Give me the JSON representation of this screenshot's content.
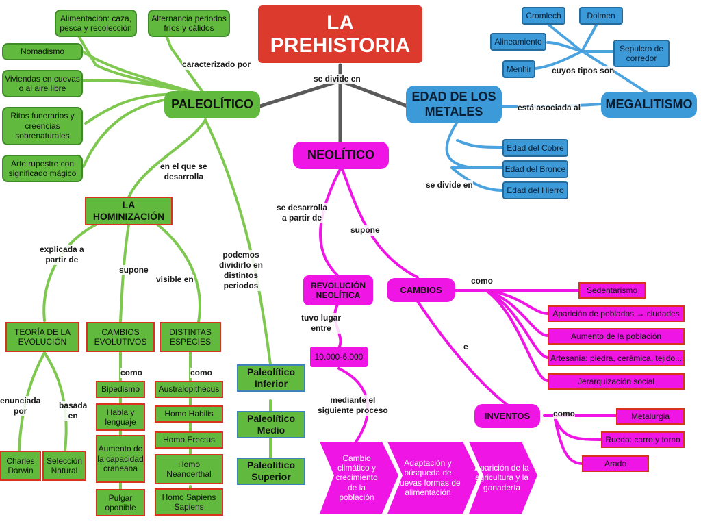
{
  "diagram": {
    "title": "LA PREHISTORIA",
    "periods": {
      "paleolitico": "PALEOLÍTICO",
      "neolitico": "NEOLÍTICO",
      "metales": "EDAD DE LOS METALES"
    },
    "paleolitico_traits": [
      "Alimentación: caza, pesca y recolección",
      "Alternancia periodos fríos y cálidos",
      "Nomadismo",
      "Viviendas en cuevas o al aire libre",
      "Ritos funerarios y creencias sobrenaturales",
      "Arte rupestre con significado mágico"
    ],
    "hominizacion": {
      "title": "LA HOMINIZACIÓN",
      "teoria": "TEORÍA DE LA EVOLUCIÓN",
      "cambios": "CAMBIOS EVOLUTIVOS",
      "especies": "DISTINTAS ESPECIES",
      "darwin": "Charles Darwin",
      "seleccion": "Selección Natural",
      "cambios_list": [
        "Bipedismo",
        "Habla y lenguaje",
        "Aumento de la capacidad craneana",
        "Pulgar oponible"
      ],
      "especies_list": [
        "Australopithecus",
        "Homo Habilis",
        "Homo Erectus",
        "Homo Neanderthal",
        "Homo Sapiens Sapiens"
      ]
    },
    "paleo_periods": [
      "Paleolítico Inferior",
      "Paleolítico Medio",
      "Paleolítico Superior"
    ],
    "neolitico": {
      "revolucion": "REVOLUCIÓN NEOLÍTICA",
      "fecha": "10.000-6.000",
      "proceso": [
        "Cambio climático y crecimiento de la población",
        "Adaptación y búsqueda de nuevas formas de alimentación",
        "Aparición de la agricultura y la ganadería"
      ],
      "cambios_title": "CAMBIOS",
      "cambios_list": [
        "Sedentarismo",
        "Aparición de poblados → ciudades",
        "Aumento de la población",
        "Artesanía: piedra, cerámica, tejido...",
        "Jerarquización social"
      ],
      "inventos_title": "INVENTOS",
      "inventos_list": [
        "Metalurgia",
        "Rueda: carro y torno",
        "Arado"
      ]
    },
    "metales": {
      "megalitismo": "MEGALITISMO",
      "tipos": [
        "Cromlech",
        "Dolmen",
        "Alineamiento",
        "Sepulcro de corredor",
        "Menhir"
      ],
      "edades": [
        "Edad del Cobre",
        "Edad del Bronce",
        "Edad del Hierro"
      ]
    },
    "labels": {
      "se_divide_en": "se divide en",
      "caracterizado_por": "caracterizado por",
      "en_el_que": "en el que se\ndesarrolla",
      "podemos_dividirlo": "podemos\ndividirlo en\ndistintos\nperiodos",
      "explicada": "explicada a\npartir de",
      "supone_h": "supone",
      "visible_en": "visible en",
      "enunciada_por": "enunciada\npor",
      "basada_en": "basada\nen",
      "como_cambios": "como",
      "como_especies": "como",
      "se_desarrolla": "se desarrolla\na partir de",
      "supone_n": "supone",
      "tuvo_lugar": "tuvo lugar\nentre",
      "mediante": "mediante el\nsiguiente proceso",
      "como_n": "como",
      "e": "e",
      "como_inventos": "como",
      "asociada": "está asociada al",
      "cuyos_tipos": "cuyos tipos son",
      "divide_metales": "se divide en"
    },
    "colors": {
      "paleolitico": "#61b93d",
      "neolitico": "#ee15e5",
      "metales": "#3d9ad9",
      "title": "#dc3a2c",
      "process": "#ee15e5"
    }
  }
}
